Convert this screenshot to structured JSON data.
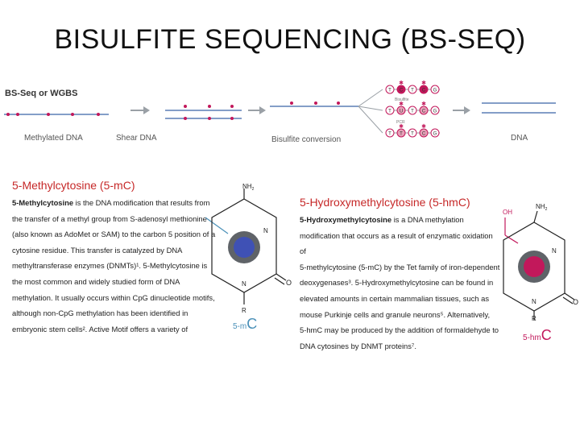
{
  "slide": {
    "title": "BISULFITE SEQUENCING (BS-SEQ)"
  },
  "workflow": {
    "header": "BS-Seq or WGBS",
    "steps": {
      "methylated": "Methylated DNA",
      "shear": "Shear DNA",
      "bisulfite": "Bisulfite conversion",
      "dna": "DNA"
    },
    "bases": [
      "T",
      "C",
      "T",
      "C",
      "G"
    ],
    "bases_pcr": [
      "T",
      "U",
      "T",
      "C",
      "G"
    ],
    "bases_final": [
      "T",
      "T",
      "T",
      "C",
      "G"
    ],
    "label_bisulfite": "Bisulfite",
    "label_pcr": "PCR",
    "colors": {
      "methyl": "#c2185b",
      "strand": "#5b7fb5",
      "arrow": "#9aa0a6"
    }
  },
  "mc": {
    "title": "5-Methylcytosine (5-mC)",
    "lines": [
      [
        "5-Methylcytosine",
        " is the DNA modification that results from"
      ],
      [
        "",
        "the transfer of a methyl group from S-adenosyl methionine"
      ],
      [
        "",
        "(also known as AdoMet or SAM) to the carbon 5 position of a"
      ],
      [
        "",
        "cytosine residue. This transfer is catalyzed by DNA"
      ],
      [
        "",
        "methyltransferase enzymes (DNMTs)¹. 5-Methylcytosine is"
      ],
      [
        "",
        "the most common and widely studied form of DNA"
      ],
      [
        "",
        "methylation. It usually occurs within CpG dinucleotide motifs,"
      ],
      [
        "",
        "although non-CpG methylation has been identified in"
      ],
      [
        "",
        "embryonic stem cells². Active Motif offers a variety of"
      ]
    ],
    "struct": {
      "nh2": "NH",
      "nh2_sub": "2",
      "n": "N",
      "o": "O",
      "r": "R",
      "label_prefix": "5-m",
      "label_big": "C"
    }
  },
  "hmc": {
    "title": "5-Hydroxymethylcytosine (5-hmC)",
    "lines": [
      [
        "5-Hydroxymethylcytosine",
        " is a DNA methylation"
      ],
      [
        "",
        "modification that occurs as a result of enzymatic oxidation of"
      ],
      [
        "",
        "5-methylcytosine (5-mC) by the Tet family of iron-dependent"
      ],
      [
        "",
        "deoxygenases³. 5-Hydroxymethylcytosine can be found in"
      ],
      [
        "",
        "elevated amounts in certain mammalian tissues, such as"
      ],
      [
        "",
        "mouse Purkinje cells and granule neurons⁵. Alternatively,"
      ],
      [
        "",
        "5-hmC may be produced by the addition of formaldehyde to"
      ],
      [
        "",
        "DNA cytosines by DNMT proteins⁷."
      ]
    ],
    "struct": {
      "oh": "OH",
      "nh2": "NH",
      "nh2_sub": "2",
      "n": "N",
      "o": "O",
      "r": "R",
      "label_prefix": "5-hm",
      "label_big": "C"
    }
  }
}
